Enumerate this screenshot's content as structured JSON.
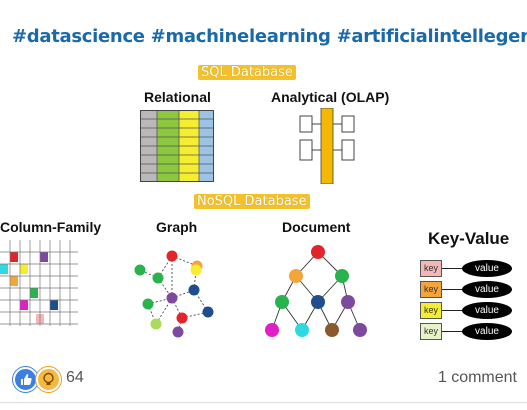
{
  "post": {
    "hashtags": "#datascience #machinelearning #artificialintellegence"
  },
  "figure": {
    "sql_header": "SQL Database",
    "relational": "Relational",
    "analytical": "Analytical  (OLAP)",
    "nosql_header": "NoSQL Database",
    "column_family": "Column-Family",
    "graph": "Graph",
    "document": "Document",
    "key_value": "Key-Value",
    "kv_key": "key",
    "kv_value": "value",
    "kv_colors": [
      "#f2b8b8",
      "#f3a53b",
      "#f5ee30",
      "#e6f2c8"
    ],
    "graph_colors": [
      "#e3242b",
      "#f3a53b",
      "#2ab24c",
      "#2ab24c",
      "#f5ee30",
      "#7d4a9e",
      "#2ab24c",
      "#1f4e8c",
      "#e3242b",
      "#a8dc5a",
      "#1f4e8c",
      "#7d4a9e"
    ],
    "tree_colors": [
      "#e3242b",
      "#f3a53b",
      "#2ab24c",
      "#1f4e8c",
      "#7d4a9e",
      "#8a5a2b",
      "#e01fc4",
      "#2fd9e0",
      "#8a5a2b",
      "#7d4a9e"
    ]
  },
  "footer": {
    "like_icon": "thumbs-up-icon",
    "insight_icon": "lightbulb-icon",
    "reaction_count": "64",
    "comments": "1 comment"
  }
}
